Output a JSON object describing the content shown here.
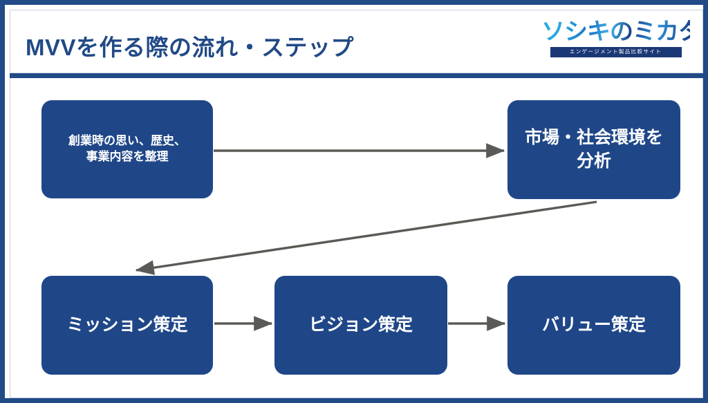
{
  "slide": {
    "title": "MVVを作る際の流れ・ステップ",
    "frame_color": "#214a86",
    "node_color": "#1f4788",
    "arrow_color": "#5a5a56",
    "title_color": "#214a86"
  },
  "logo": {
    "wordmark": "ソシキのミカタ",
    "tagline": "エンゲージメント製品比較サイト",
    "accent_light": "#2aa9e0",
    "accent_dark": "#1b3876"
  },
  "diagram": {
    "type": "flowchart",
    "nodes": [
      {
        "id": "origin",
        "label": "創業時の思い、歴史、\n事業内容を整理",
        "row": "top",
        "col": 1
      },
      {
        "id": "market",
        "label": "市場・社会環境を\n分析",
        "row": "top",
        "col": 3
      },
      {
        "id": "mission",
        "label": "ミッション策定",
        "row": "bottom",
        "col": 1
      },
      {
        "id": "vision",
        "label": "ビジョン策定",
        "row": "bottom",
        "col": 2
      },
      {
        "id": "value",
        "label": "バリュー策定",
        "row": "bottom",
        "col": 3
      }
    ],
    "edges": [
      {
        "from": "origin",
        "to": "market",
        "direction": "right"
      },
      {
        "from": "market",
        "to": "mission",
        "direction": "diagonal-down-left"
      },
      {
        "from": "mission",
        "to": "vision",
        "direction": "right"
      },
      {
        "from": "vision",
        "to": "value",
        "direction": "right"
      }
    ]
  },
  "node_labels": {
    "origin_line1": "創業時の思い、歴史、",
    "origin_line2": "事業内容を整理",
    "market_line1": "市場・社会環境を",
    "market_line2": "分析",
    "mission": "ミッション策定",
    "vision": "ビジョン策定",
    "value": "バリュー策定"
  }
}
